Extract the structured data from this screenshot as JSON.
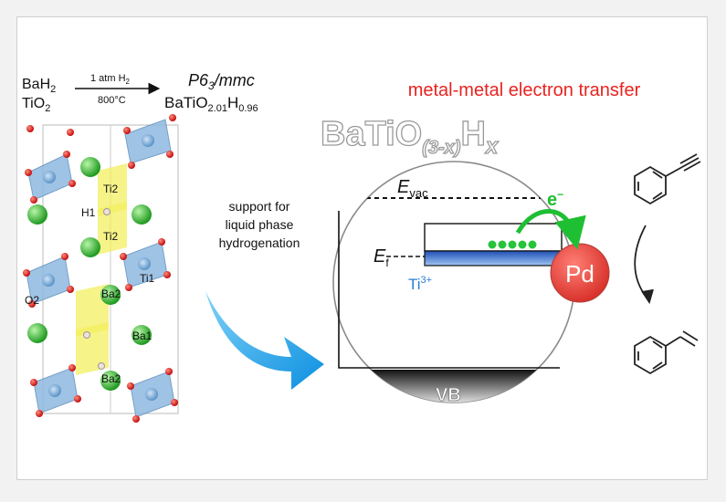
{
  "synthesis": {
    "reactant1": "BaH",
    "reactant1_sub": "2",
    "reactant2": "TiO",
    "reactant2_sub": "2",
    "condition_top": "1 atm H",
    "condition_top_sub": "2",
    "condition_bottom": "800°C",
    "space_group_a": "P6",
    "space_group_sub": "3",
    "space_group_b": "/mmc",
    "product_a": "BaTiO",
    "product_sub1": "2.01",
    "product_b": "H",
    "product_sub2": "0.96"
  },
  "crystal": {
    "labels": [
      "Ti2",
      "H1",
      "Ti2",
      "Ti1",
      "O2",
      "Ba2",
      "Ba1",
      "Ba2"
    ]
  },
  "arrow_text": [
    "support for",
    "liquid phase",
    "hydrogenation"
  ],
  "transfer_title": "metal-metal electron transfer",
  "formula": {
    "main": "BaTiO",
    "sub": "(3-x)",
    "h": "H",
    "h_sub": "x"
  },
  "band": {
    "evac": "E",
    "evac_sub": "vac",
    "ef": "E",
    "ef_sub": "f",
    "ti": "Ti",
    "ti_sup": "3+",
    "vb": "VB",
    "electron": "e",
    "electron_sup": "−",
    "pd": "Pd"
  },
  "colors": {
    "title_red": "#e8231f",
    "arrow_blue": "#1aa3e8",
    "band_blue": "#2d6fd6",
    "pd_red": "#e5534b",
    "electron_green": "#27c33a",
    "ti_text": "#2a7fd4"
  }
}
